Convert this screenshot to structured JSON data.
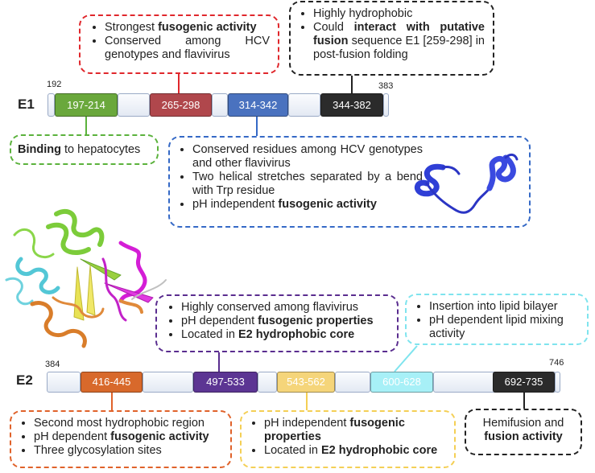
{
  "e1": {
    "label": "E1",
    "start": "192",
    "end": "383",
    "segments": [
      "197-214",
      "265-298",
      "314-342",
      "344-382"
    ],
    "box_red": {
      "items": [
        {
          "pre": "Strongest ",
          "bold": "fusogenic activity",
          "post": ""
        },
        {
          "pre": "Conserved among HCV genotypes and flavivirus",
          "bold": "",
          "post": ""
        }
      ]
    },
    "box_black": {
      "items": [
        {
          "pre": "Highly hydrophobic",
          "bold": "",
          "post": ""
        },
        {
          "pre": "Could ",
          "bold": "interact with putative fusion",
          "post": " sequence E1 [259-298] in post-fusion folding"
        }
      ]
    },
    "box_green": {
      "bold": "Binding",
      "post": " to hepatocytes"
    },
    "box_blue": {
      "items": [
        {
          "pre": "Conserved residues among HCV genotypes and other flavivirus",
          "bold": "",
          "post": ""
        },
        {
          "pre": "Two helical stretches separated by a bend with Trp residue",
          "bold": "",
          "post": ""
        },
        {
          "pre": "pH independent ",
          "bold": "fusogenic activity",
          "post": ""
        }
      ]
    }
  },
  "e2": {
    "label": "E2",
    "start": "384",
    "end": "746",
    "segments": [
      "416-445",
      "497-533",
      "543-562",
      "600-628",
      "692-735"
    ],
    "box_purple": {
      "items": [
        {
          "pre": "Highly conserved among flavivirus",
          "bold": "",
          "post": ""
        },
        {
          "pre": "pH dependent ",
          "bold": "fusogenic properties",
          "post": ""
        },
        {
          "pre": "Located in ",
          "bold": "E2 hydrophobic core",
          "post": ""
        }
      ]
    },
    "box_cyan": {
      "items": [
        {
          "pre": "Insertion into lipid bilayer",
          "bold": "",
          "post": ""
        },
        {
          "pre": "pH dependent lipid mixing activity",
          "bold": "",
          "post": ""
        }
      ]
    },
    "box_orange": {
      "items": [
        {
          "pre": "Second most hydrophobic region",
          "bold": "",
          "post": ""
        },
        {
          "pre": "pH dependent ",
          "bold": "fusogenic activity",
          "post": ""
        },
        {
          "pre": "Three glycosylation sites",
          "bold": "",
          "post": ""
        }
      ]
    },
    "box_yellow": {
      "items": [
        {
          "pre": "pH independent ",
          "bold": "fusogenic properties",
          "post": ""
        },
        {
          "pre": "Located in ",
          "bold": "E2 hydrophobic core",
          "post": ""
        }
      ]
    },
    "box_dark": {
      "pre": "Hemifusion and ",
      "bold": "fusion activity"
    }
  },
  "colors": {
    "green": "#6aa83c",
    "red": "#b0474c",
    "blue": "#4a72bf",
    "black": "#2b2b2b",
    "orange": "#d8692b",
    "purple": "#5c3593",
    "yellow": "#f5d57a",
    "cyan": "#a7f0f7",
    "box_red": "#e0272c",
    "box_black": "#222222",
    "box_green": "#5bb23c",
    "box_blue": "#3569c6",
    "box_purple": "#5a2d8f",
    "box_cyan": "#7fe4ee",
    "box_orange": "#e0622a",
    "box_yellow": "#f4cf55"
  }
}
